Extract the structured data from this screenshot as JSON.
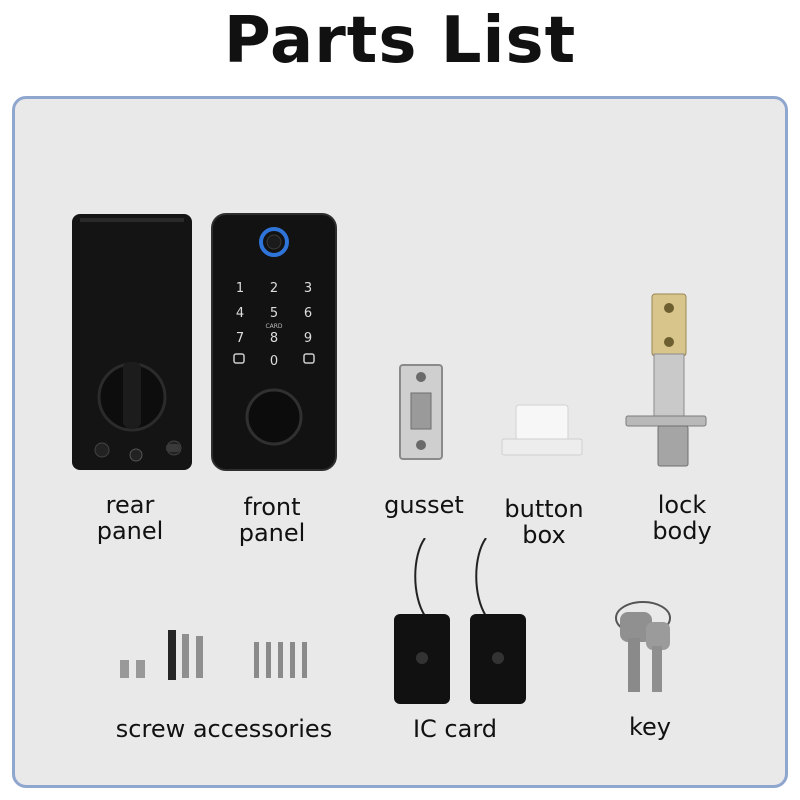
{
  "title": "Parts List",
  "parts": [
    {
      "label": "rear panel",
      "line1": "rear",
      "line2": "panel"
    },
    {
      "label": "front panel",
      "line1": "front",
      "line2": "panel"
    },
    {
      "label": "gusset"
    },
    {
      "label": "button box",
      "line1": "button",
      "line2": "box"
    },
    {
      "label": "lock body",
      "line1": "lock",
      "line2": "body"
    },
    {
      "label": "screw accessories"
    },
    {
      "label": "IC card"
    },
    {
      "label": "key"
    }
  ],
  "keypad": [
    "1",
    "2",
    "3",
    "4",
    "5",
    "6",
    "7",
    "8",
    "9",
    "0"
  ],
  "keypad_card_text": "CARD",
  "colors": {
    "panel_bg": "#e9e9ea",
    "panel_border": "#8fa6cf",
    "lock_black": "#151515",
    "fingerprint_blue": "#2f74d9"
  }
}
